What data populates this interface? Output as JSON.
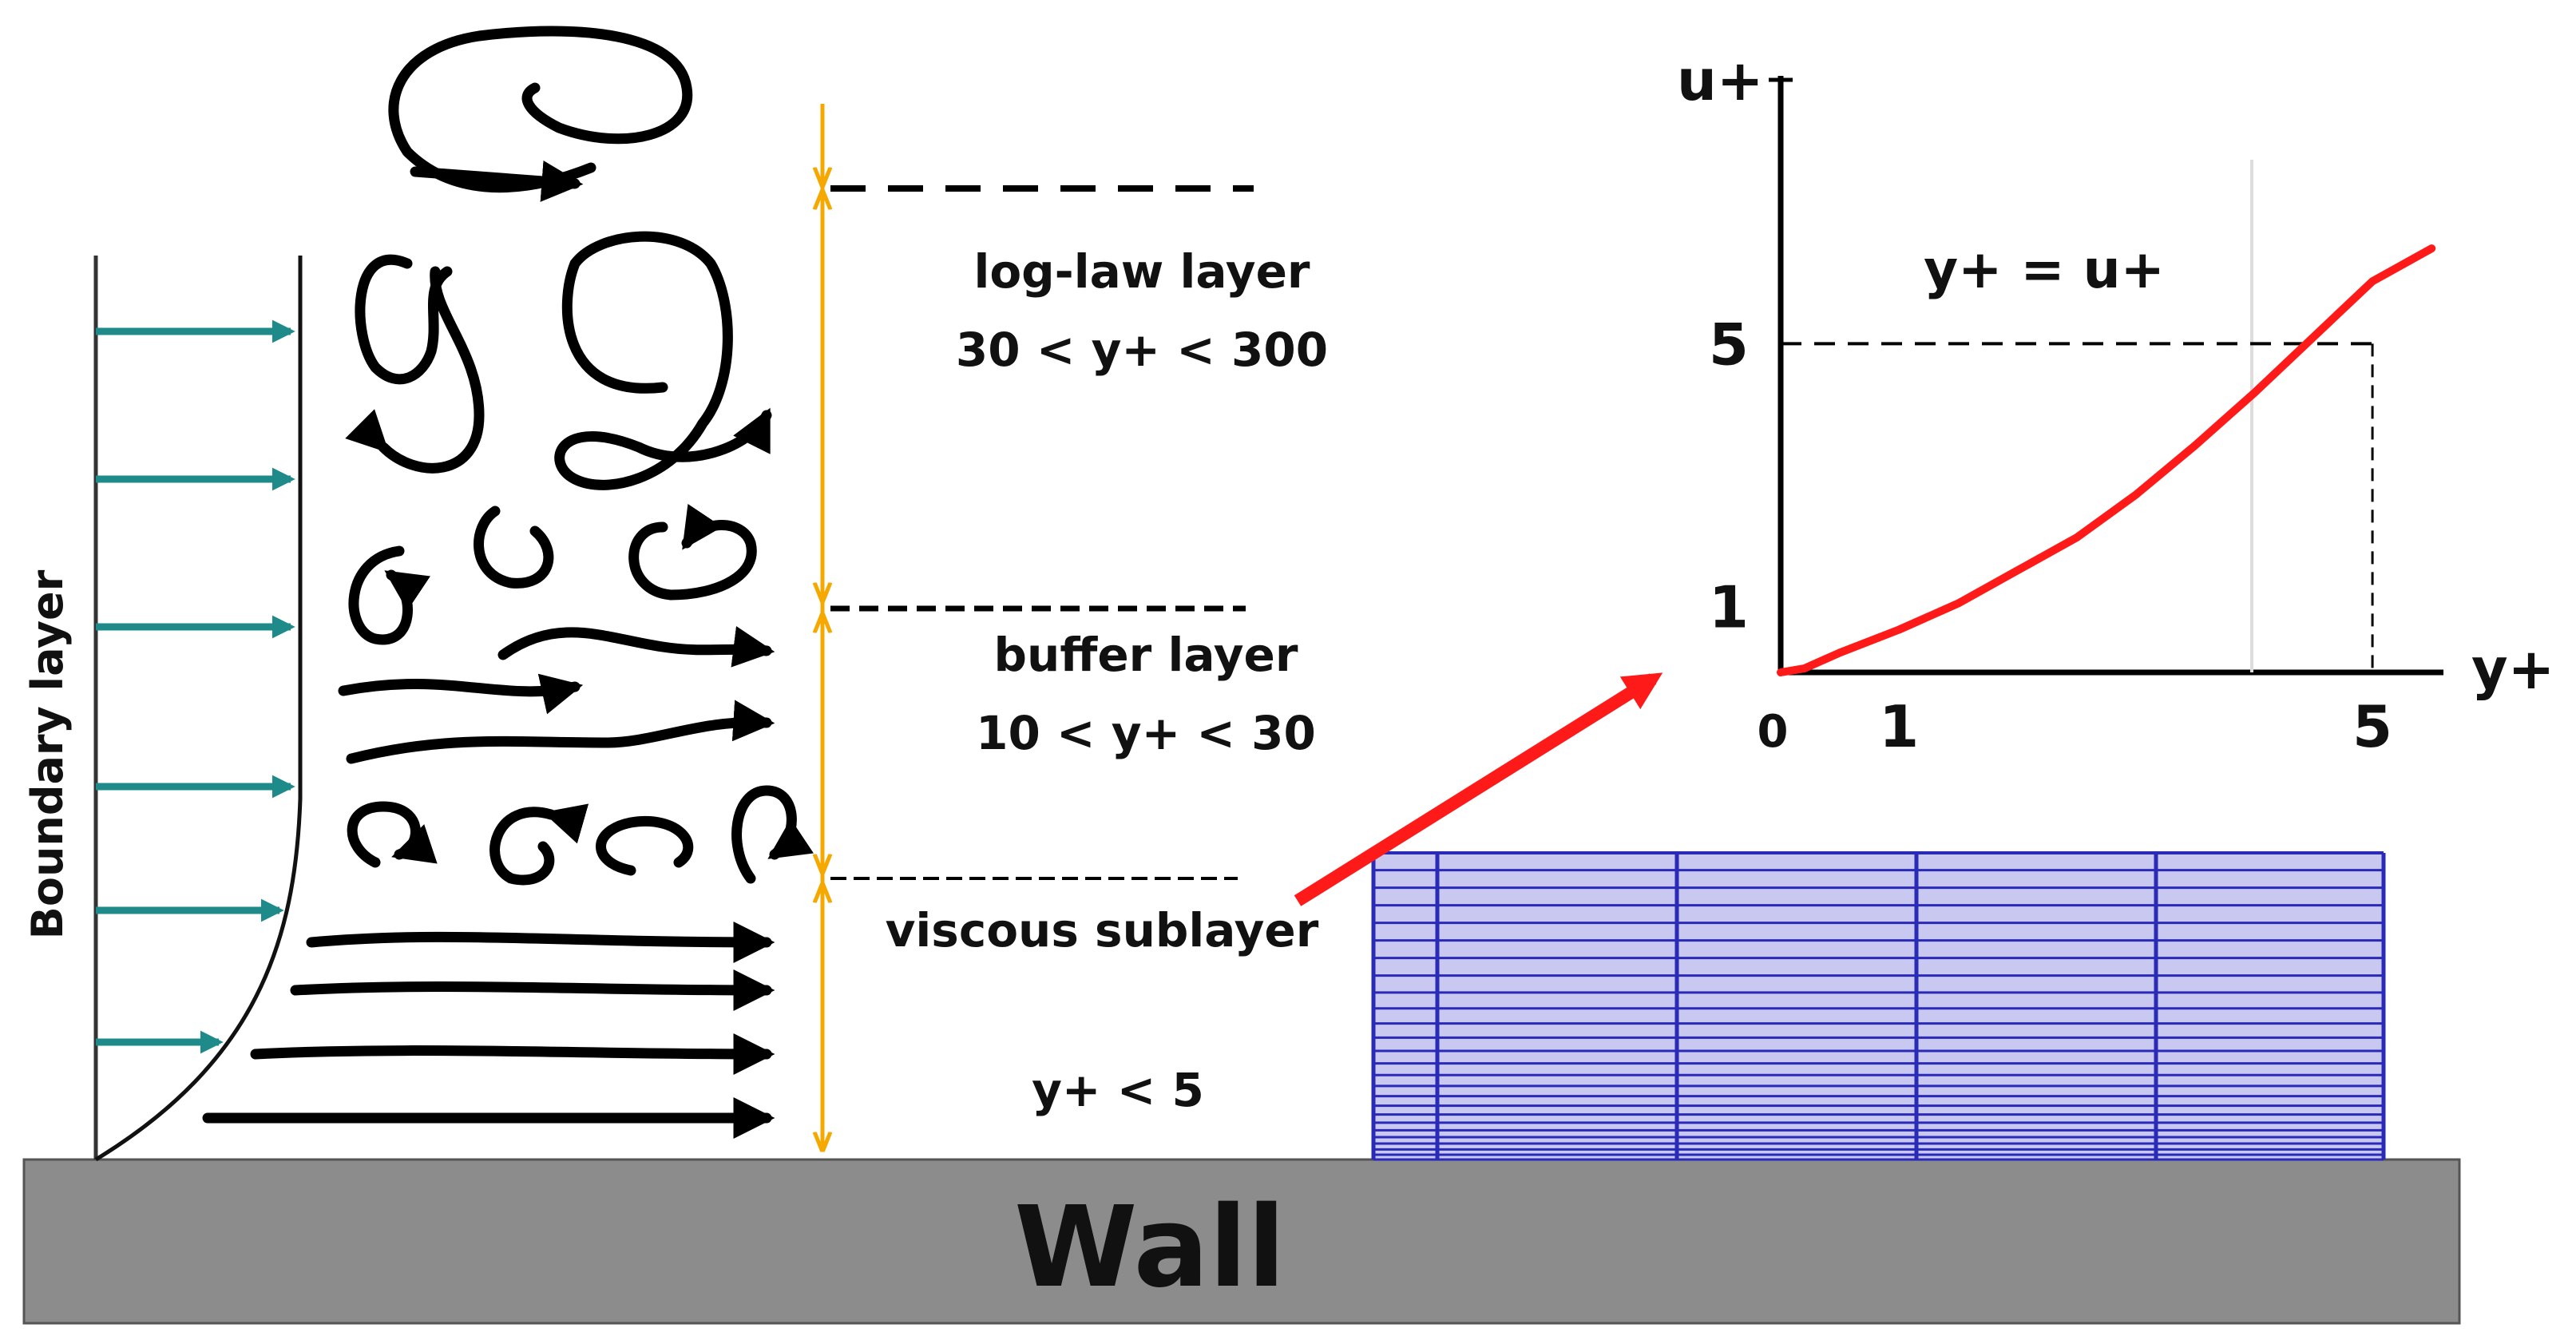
{
  "colors": {
    "velocity_arrow": "#1f8a8a",
    "eddy": "#000000",
    "layer_marker": "#f5a800",
    "curve": "#ff1a1a",
    "pointer": "#ff1a1a",
    "wall_fill": "#8c8c8c",
    "mesh_line": "#2a2ab8",
    "mesh_fill": "#c8c8f0"
  },
  "boundary_layer": {
    "label": "Boundary layer"
  },
  "layers": [
    {
      "name": "log-law layer",
      "range": "30 < y+ < 300"
    },
    {
      "name": "buffer layer",
      "range": "10 < y+ < 30"
    },
    {
      "name": "viscous sublayer",
      "range": "y+ < 5"
    }
  ],
  "wall": {
    "label": "Wall"
  },
  "icons": [
    "eddy-icon",
    "flow-arrow-icon",
    "pointer-arrow-icon"
  ],
  "chart_data": {
    "type": "line",
    "title": "",
    "xlabel": "y+",
    "ylabel": "u+",
    "annotation": "y+ = u+",
    "x_ticks": [
      "0",
      "1",
      "5"
    ],
    "y_ticks": [
      "1",
      "5"
    ],
    "xlim": [
      0,
      5.6
    ],
    "ylim": [
      0,
      9.5
    ],
    "series": [
      {
        "x": [
          0,
          0.2,
          0.5,
          1.0,
          1.5,
          2.0,
          2.5,
          3.0,
          3.5,
          4.0,
          4.5,
          5.0,
          5.5
        ],
        "y": [
          0,
          0.06,
          0.3,
          0.65,
          1.05,
          1.55,
          2.05,
          2.7,
          3.45,
          4.25,
          5.1,
          5.95,
          6.45
        ]
      }
    ],
    "reference": {
      "x": 5,
      "y": 5
    }
  }
}
